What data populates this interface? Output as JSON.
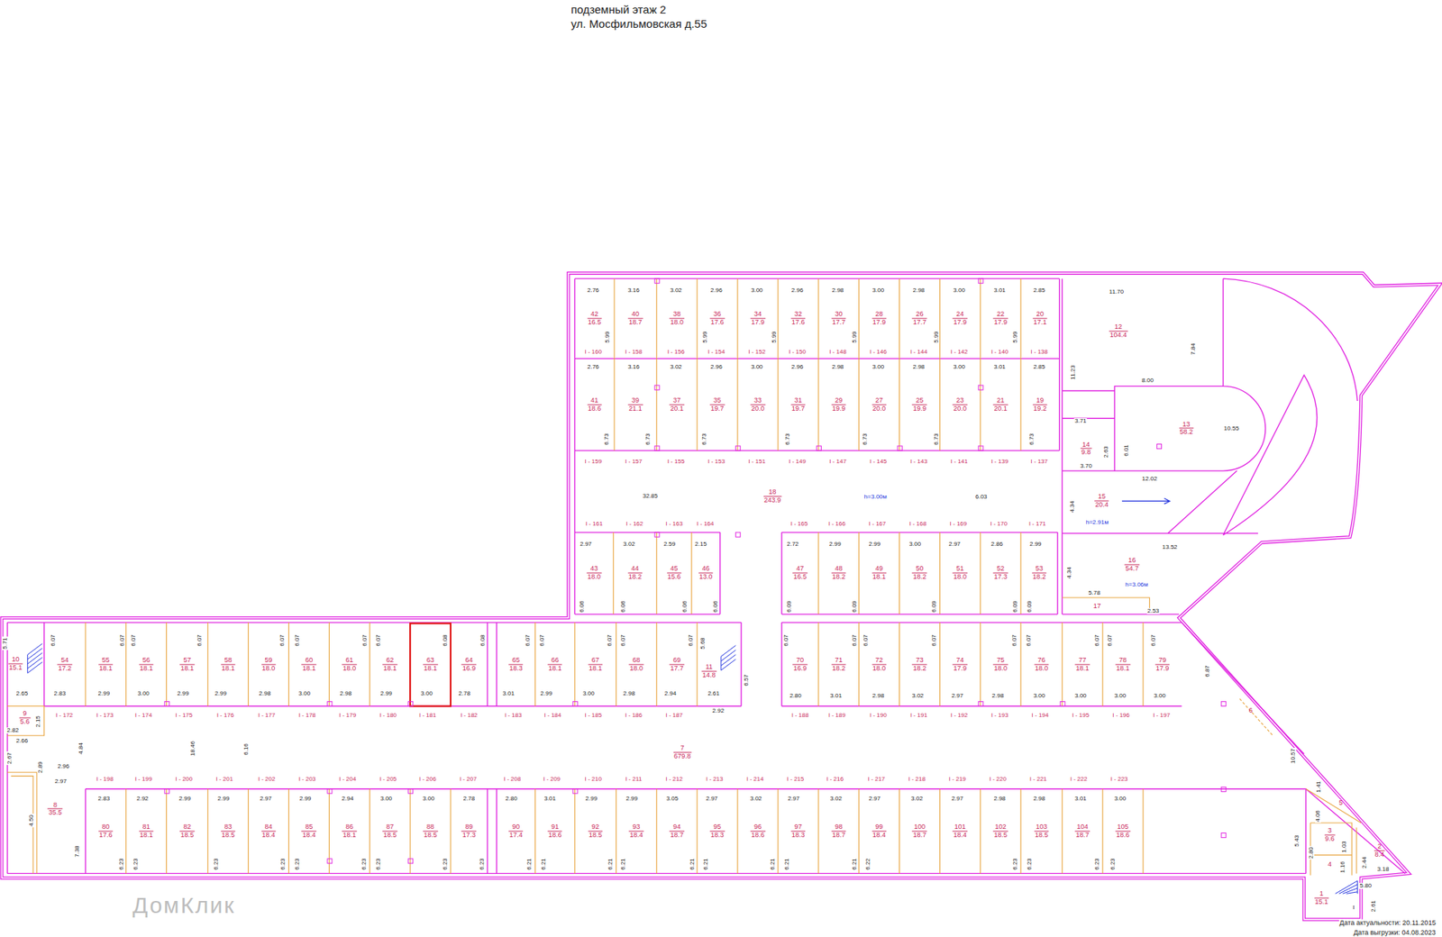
{
  "diagram": {
    "title": "подземный этаж 2",
    "nodes": [
      {
        "text": [
          "42",
          "16.5"
        ]
      },
      {
        "text": [
          "40",
          "18.7"
        ]
      },
      {
        "text": [
          "38",
          "18.0"
        ]
      },
      {
        "text": [
          "36",
          "17.6"
        ]
      },
      {
        "text": [
          "34",
          "17.9"
        ]
      },
      {
        "text": [
          "32",
          "17.6"
        ]
      },
      {
        "text": [
          "30",
          "17.7"
        ]
      },
      {
        "text": [
          "28",
          "17.9"
        ]
      },
      {
        "text": [
          "26",
          "17.7"
        ]
      },
      {
        "text": [
          "24",
          "17.9"
        ]
      },
      {
        "text": [
          "22",
          "17.9"
        ]
      },
      {
        "text": [
          "20",
          "17.1"
        ]
      },
      {
        "text": [
          "12",
          "104.4"
        ]
      },
      {
        "text": [
          "41",
          "18.6"
        ]
      },
      {
        "text": [
          "39",
          "21.1"
        ]
      },
      {
        "text": [
          "37",
          "20.1"
        ]
      },
      {
        "text": [
          "35",
          "19.7"
        ]
      },
      {
        "text": [
          "33",
          "20.0"
        ]
      },
      {
        "text": [
          "31",
          "19.7"
        ]
      },
      {
        "text": [
          "29",
          "19.9"
        ]
      },
      {
        "text": [
          "27",
          "20.0"
        ]
      },
      {
        "text": [
          "25",
          "19.9"
        ]
      },
      {
        "text": [
          "23",
          "20.0"
        ]
      },
      {
        "text": [
          "21",
          "20.1"
        ]
      },
      {
        "text": [
          "19",
          "19.2"
        ]
      },
      {
        "text": [
          "13",
          "58.2"
        ]
      },
      {
        "text": [
          "14",
          "9.8"
        ]
      },
      {
        "text": [
          "18",
          "243.9"
        ]
      },
      {
        "text": [
          "15",
          "20.4"
        ]
      },
      {
        "text": [
          "43",
          "18.0"
        ]
      },
      {
        "text": [
          "44",
          "18.2"
        ]
      },
      {
        "text": [
          "45",
          "15.6"
        ]
      },
      {
        "text": [
          "46",
          "13.0"
        ]
      },
      {
        "text": [
          "47",
          "16.5"
        ]
      },
      {
        "text": [
          "48",
          "18.2"
        ]
      },
      {
        "text": [
          "49",
          "18.1"
        ]
      },
      {
        "text": [
          "50",
          "18.2"
        ]
      },
      {
        "text": [
          "51",
          "18.0"
        ]
      },
      {
        "text": [
          "52",
          "17.3"
        ]
      },
      {
        "text": [
          "53",
          "18.2"
        ]
      },
      {
        "text": [
          "16",
          "54.7"
        ]
      },
      {
        "text": [
          "17"
        ]
      },
      {
        "text": [
          "10",
          "15.1"
        ]
      },
      {
        "text": [
          "54",
          "17.2"
        ]
      },
      {
        "text": [
          "55",
          "18.1"
        ]
      },
      {
        "text": [
          "56",
          "18.1"
        ]
      },
      {
        "text": [
          "57",
          "18.1"
        ]
      },
      {
        "text": [
          "58",
          "18.1"
        ]
      },
      {
        "text": [
          "59",
          "18.0"
        ]
      },
      {
        "text": [
          "60",
          "18.1"
        ]
      },
      {
        "text": [
          "61",
          "18.0"
        ]
      },
      {
        "text": [
          "62",
          "18.1"
        ]
      },
      {
        "text": [
          "63",
          "18.1"
        ]
      },
      {
        "text": [
          "64",
          "16.9"
        ]
      },
      {
        "text": [
          "65",
          "18.3"
        ]
      },
      {
        "text": [
          "66",
          "18.1"
        ]
      },
      {
        "text": [
          "67",
          "18.1"
        ]
      },
      {
        "text": [
          "68",
          "18.0"
        ]
      },
      {
        "text": [
          "69",
          "17.7"
        ]
      },
      {
        "text": [
          "11",
          "14.8"
        ]
      },
      {
        "text": [
          "70",
          "16.9"
        ]
      },
      {
        "text": [
          "71",
          "18.2"
        ]
      },
      {
        "text": [
          "72",
          "18.0"
        ]
      },
      {
        "text": [
          "73",
          "18.2"
        ]
      },
      {
        "text": [
          "74",
          "17.9"
        ]
      },
      {
        "text": [
          "75",
          "18.0"
        ]
      },
      {
        "text": [
          "76",
          "18.0"
        ]
      },
      {
        "text": [
          "77",
          "18.1"
        ]
      },
      {
        "text": [
          "78",
          "18.1"
        ]
      },
      {
        "text": [
          "79",
          "17.9"
        ]
      },
      {
        "text": [
          "6"
        ]
      },
      {
        "text": [
          "9",
          "5.6"
        ]
      },
      {
        "text": [
          "7",
          "679.8"
        ]
      },
      {
        "text": [
          "8",
          "35.5"
        ]
      },
      {
        "text": [
          "80",
          "17.6"
        ]
      },
      {
        "text": [
          "81",
          "18.1"
        ]
      },
      {
        "text": [
          "82",
          "18.5"
        ]
      },
      {
        "text": [
          "83",
          "18.5"
        ]
      },
      {
        "text": [
          "84",
          "18.4"
        ]
      },
      {
        "text": [
          "85",
          "18.4"
        ]
      },
      {
        "text": [
          "86",
          "18.1"
        ]
      },
      {
        "text": [
          "87",
          "18.5"
        ]
      },
      {
        "text": [
          "88",
          "18.5"
        ]
      },
      {
        "text": [
          "89",
          "17.3"
        ]
      },
      {
        "text": [
          "90",
          "17.4"
        ]
      },
      {
        "text": [
          "91",
          "18.6"
        ]
      },
      {
        "text": [
          "92",
          "18.5"
        ]
      },
      {
        "text": [
          "93",
          "18.4"
        ]
      },
      {
        "text": [
          "94",
          "18.7"
        ]
      },
      {
        "text": [
          "95",
          "18.3"
        ]
      },
      {
        "text": [
          "96",
          "18.6"
        ]
      },
      {
        "text": [
          "97",
          "18.3"
        ]
      },
      {
        "text": [
          "98",
          "18.7"
        ]
      },
      {
        "text": [
          "99",
          "18.4"
        ]
      },
      {
        "text": [
          "100",
          "18.7"
        ]
      },
      {
        "text": [
          "101",
          "18.4"
        ]
      },
      {
        "text": [
          "102",
          "18.5"
        ]
      },
      {
        "text": [
          "103",
          "18.5"
        ]
      },
      {
        "text": [
          "104",
          "18.7"
        ]
      },
      {
        "text": [
          "105",
          "18.6"
        ]
      },
      {
        "text": [
          "5"
        ]
      },
      {
        "text": [
          "3",
          "9.6"
        ]
      },
      {
        "text": [
          "2",
          "8.4"
        ]
      },
      {
        "text": [
          "4"
        ]
      },
      {
        "text": [
          "1",
          "15.1"
        ]
      }
    ],
    "labels": [
      "ул. Мосфильмовская д.55",
      "2.76",
      "3.16",
      "3.02",
      "2.96",
      "3.00",
      "2.96",
      "2.98",
      "3.00",
      "2.98",
      "3.00",
      "3.01",
      "2.85",
      "5.99",
      "5.99",
      "5.99",
      "5.99",
      "5.99",
      "5.99",
      "I - 160",
      "I - 158",
      "I - 156",
      "I - 154",
      "I - 152",
      "I - 150",
      "I - 148",
      "I - 146",
      "I - 144",
      "I - 142",
      "I - 140",
      "I - 138",
      "2.76",
      "3.16",
      "3.02",
      "2.96",
      "3.00",
      "2.96",
      "2.98",
      "3.00",
      "2.98",
      "3.00",
      "3.01",
      "2.85",
      "6.73",
      "6.73",
      "6.73",
      "6.73",
      "6.73",
      "6.73",
      "6.73",
      "I - 159",
      "I - 157",
      "I - 155",
      "I - 153",
      "I - 151",
      "I - 149",
      "I - 147",
      "I - 145",
      "I - 143",
      "I - 141",
      "I - 139",
      "I - 137",
      "32.85",
      "h=3.00м",
      "6.03",
      "I - 161",
      "I - 162",
      "I - 163",
      "I - 164",
      "I - 165",
      "I - 166",
      "I - 167",
      "I - 168",
      "I - 169",
      "I - 170",
      "I - 171",
      "2.97",
      "3.02",
      "2.59",
      "2.15",
      "2.72",
      "2.99",
      "2.99",
      "3.00",
      "2.97",
      "2.86",
      "2.99",
      "6.06",
      "6.06",
      "6.06",
      "6.06",
      "6.09",
      "6.09",
      "6.09",
      "6.09",
      "6.09",
      "11.70",
      "7.84",
      "11.23",
      "8.00",
      "3.71",
      "10.55",
      "2.63",
      "6.01",
      "3.70",
      "12.02",
      "4.34",
      "h=2.91м",
      "13.52",
      "4.34",
      "h=3.06м",
      "5.78",
      "2.53",
      "5.71",
      "6.07",
      "6.07",
      "6.07",
      "6.07",
      "6.07",
      "6.07",
      "6.07",
      "6.07",
      "6.08",
      "6.08",
      "6.07",
      "6.07",
      "6.07",
      "6.07",
      "6.07",
      "6.07",
      "6.07",
      "6.07",
      "6.07",
      "6.07",
      "6.07",
      "6.07",
      "6.07",
      "6.07",
      "5.68",
      "6.57",
      "2.83",
      "2.99",
      "3.00",
      "2.99",
      "2.99",
      "2.98",
      "3.00",
      "2.98",
      "2.99",
      "3.00",
      "2.78",
      "3.01",
      "2.99",
      "3.00",
      "2.98",
      "2.94",
      "2.61",
      "2.65",
      "2.80",
      "3.01",
      "2.98",
      "3.02",
      "2.97",
      "2.98",
      "3.00",
      "3.00",
      "3.00",
      "3.00",
      "2.92",
      "I - 172",
      "I - 173",
      "I - 174",
      "I - 175",
      "I - 176",
      "I - 177",
      "I - 178",
      "I - 179",
      "I - 180",
      "I - 181",
      "I - 182",
      "I - 183",
      "I - 184",
      "I - 185",
      "I - 186",
      "I - 187",
      "I - 188",
      "I - 189",
      "I - 190",
      "I - 191",
      "I - 192",
      "I - 193",
      "I - 194",
      "I - 195",
      "I - 196",
      "I - 197",
      "2.15",
      "2.82",
      "2.66",
      "4.84",
      "18.46",
      "6.16",
      "2.67",
      "2.89",
      "2.96",
      "2.97",
      "4.50",
      "7.38",
      "6.87",
      "10.57",
      "I - 198",
      "I - 199",
      "I - 200",
      "I - 201",
      "I - 202",
      "I - 203",
      "I - 204",
      "I - 205",
      "I - 206",
      "I - 207",
      "I - 208",
      "I - 209",
      "I - 210",
      "I - 211",
      "I - 212",
      "I - 213",
      "I - 214",
      "I - 215",
      "I - 216",
      "I - 217",
      "I - 218",
      "I - 219",
      "I - 220",
      "I - 221",
      "I - 222",
      "I - 223",
      "2.83",
      "2.92",
      "2.99",
      "2.99",
      "2.97",
      "2.99",
      "2.94",
      "3.00",
      "3.00",
      "2.78",
      "2.80",
      "3.01",
      "2.99",
      "2.99",
      "3.05",
      "2.97",
      "3.02",
      "2.97",
      "3.02",
      "2.97",
      "3.02",
      "2.97",
      "2.98",
      "2.98",
      "3.01",
      "3.00",
      "6.23",
      "6.23",
      "6.23",
      "6.23",
      "6.23",
      "6.23",
      "6.23",
      "6.23",
      "6.23",
      "6.21",
      "6.21",
      "6.21",
      "6.21",
      "6.21",
      "6.21",
      "6.21",
      "6.21",
      "6.21",
      "6.22",
      "6.23",
      "6.23",
      "6.23",
      "6.23",
      "1.41",
      "4.06",
      "1.03",
      "2.80",
      "5.43",
      "2.44",
      "1.16",
      "3.18",
      "5.80",
      "2.61",
      "I",
      "ДомКлик",
      "Дата актуальности: 20.11.2015",
      "Дата выгрузки: 04.08.2023"
    ]
  }
}
